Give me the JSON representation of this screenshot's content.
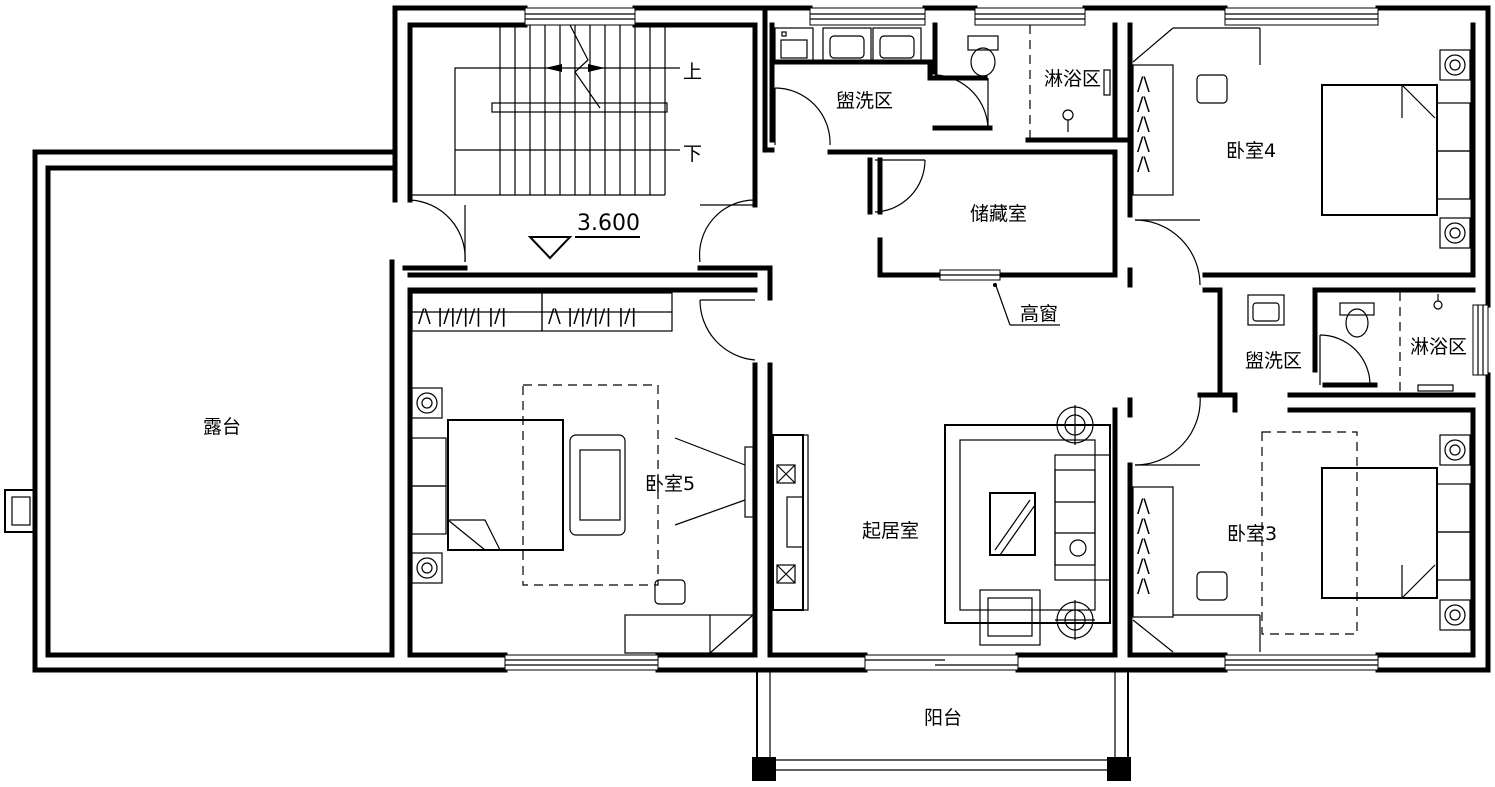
{
  "rooms": {
    "terrace": "露台",
    "wash_left": "盥洗区",
    "shower_left": "淋浴区",
    "storage": "储藏室",
    "high_window": "高窗",
    "bedroom4": "卧室4",
    "wash_right": "盥洗区",
    "shower_right": "淋浴区",
    "bedroom5": "卧室5",
    "living": "起居室",
    "bedroom3": "卧室3",
    "balcony": "阳台"
  },
  "stair": {
    "up": "上",
    "down": "下",
    "elevation": "3.600"
  }
}
